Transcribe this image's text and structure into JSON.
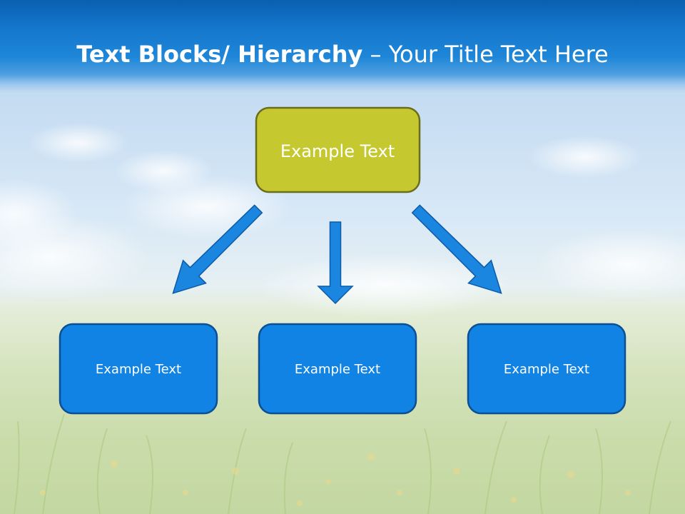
{
  "slide": {
    "title_bold": "Text Blocks/ Hierarchy",
    "title_dash": " – ",
    "title_rest": "Your Title Text Here"
  },
  "diagram": {
    "root": {
      "label": "Example Text",
      "fill": "#c5c92f",
      "stroke": "#6b6d1d"
    },
    "children": [
      {
        "label": "Example Text"
      },
      {
        "label": "Example Text"
      },
      {
        "label": "Example Text"
      }
    ],
    "child_fill": "#1083e4",
    "child_stroke": "#0b4f94",
    "arrow_fill": "#1a86e0",
    "arrow_stroke": "#0d5aa8"
  }
}
